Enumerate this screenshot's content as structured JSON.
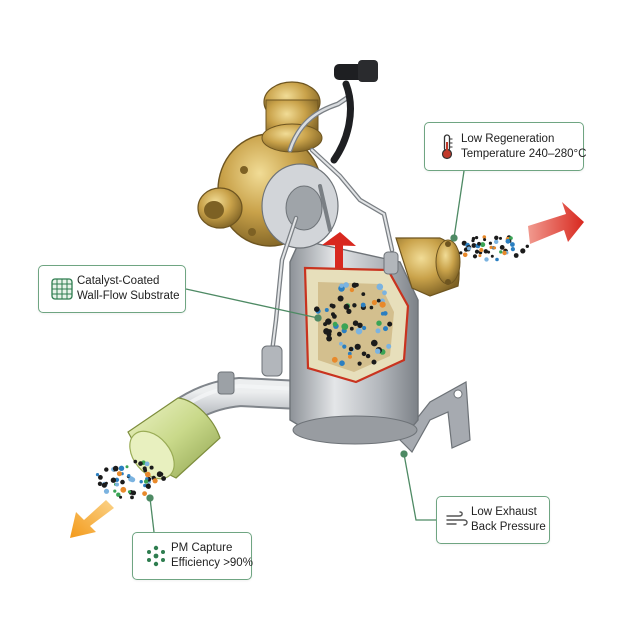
{
  "callouts": {
    "regeneration": {
      "line1": "Low Regeneration",
      "line2": "Temperature 240–280°C",
      "icon": "thermometer-icon",
      "icon_color": "#c0392b"
    },
    "substrate": {
      "line1": "Catalyst-Coated",
      "line2": "Wall-Flow Substrate",
      "icon": "grid-substrate-icon",
      "icon_color": "#2e7d4f"
    },
    "back_pressure": {
      "line1": "Low Exhaust",
      "line2": "Back Pressure",
      "icon": "wind-icon",
      "icon_color": "#555555"
    },
    "pm_capture": {
      "line1": "PM Capture",
      "line2": "Efficiency >90%",
      "icon": "particles-icon",
      "icon_color": "#2e7d4f"
    }
  },
  "colors": {
    "callout_border": "#6fa582",
    "leader_line": "#4e8a64",
    "outlet_arrow": "#d8281f",
    "inlet_arrow": "#f39a1a",
    "brass": "#b8923a",
    "steel": "#b9bdc2",
    "catalyst_green": "#c9d98a"
  }
}
